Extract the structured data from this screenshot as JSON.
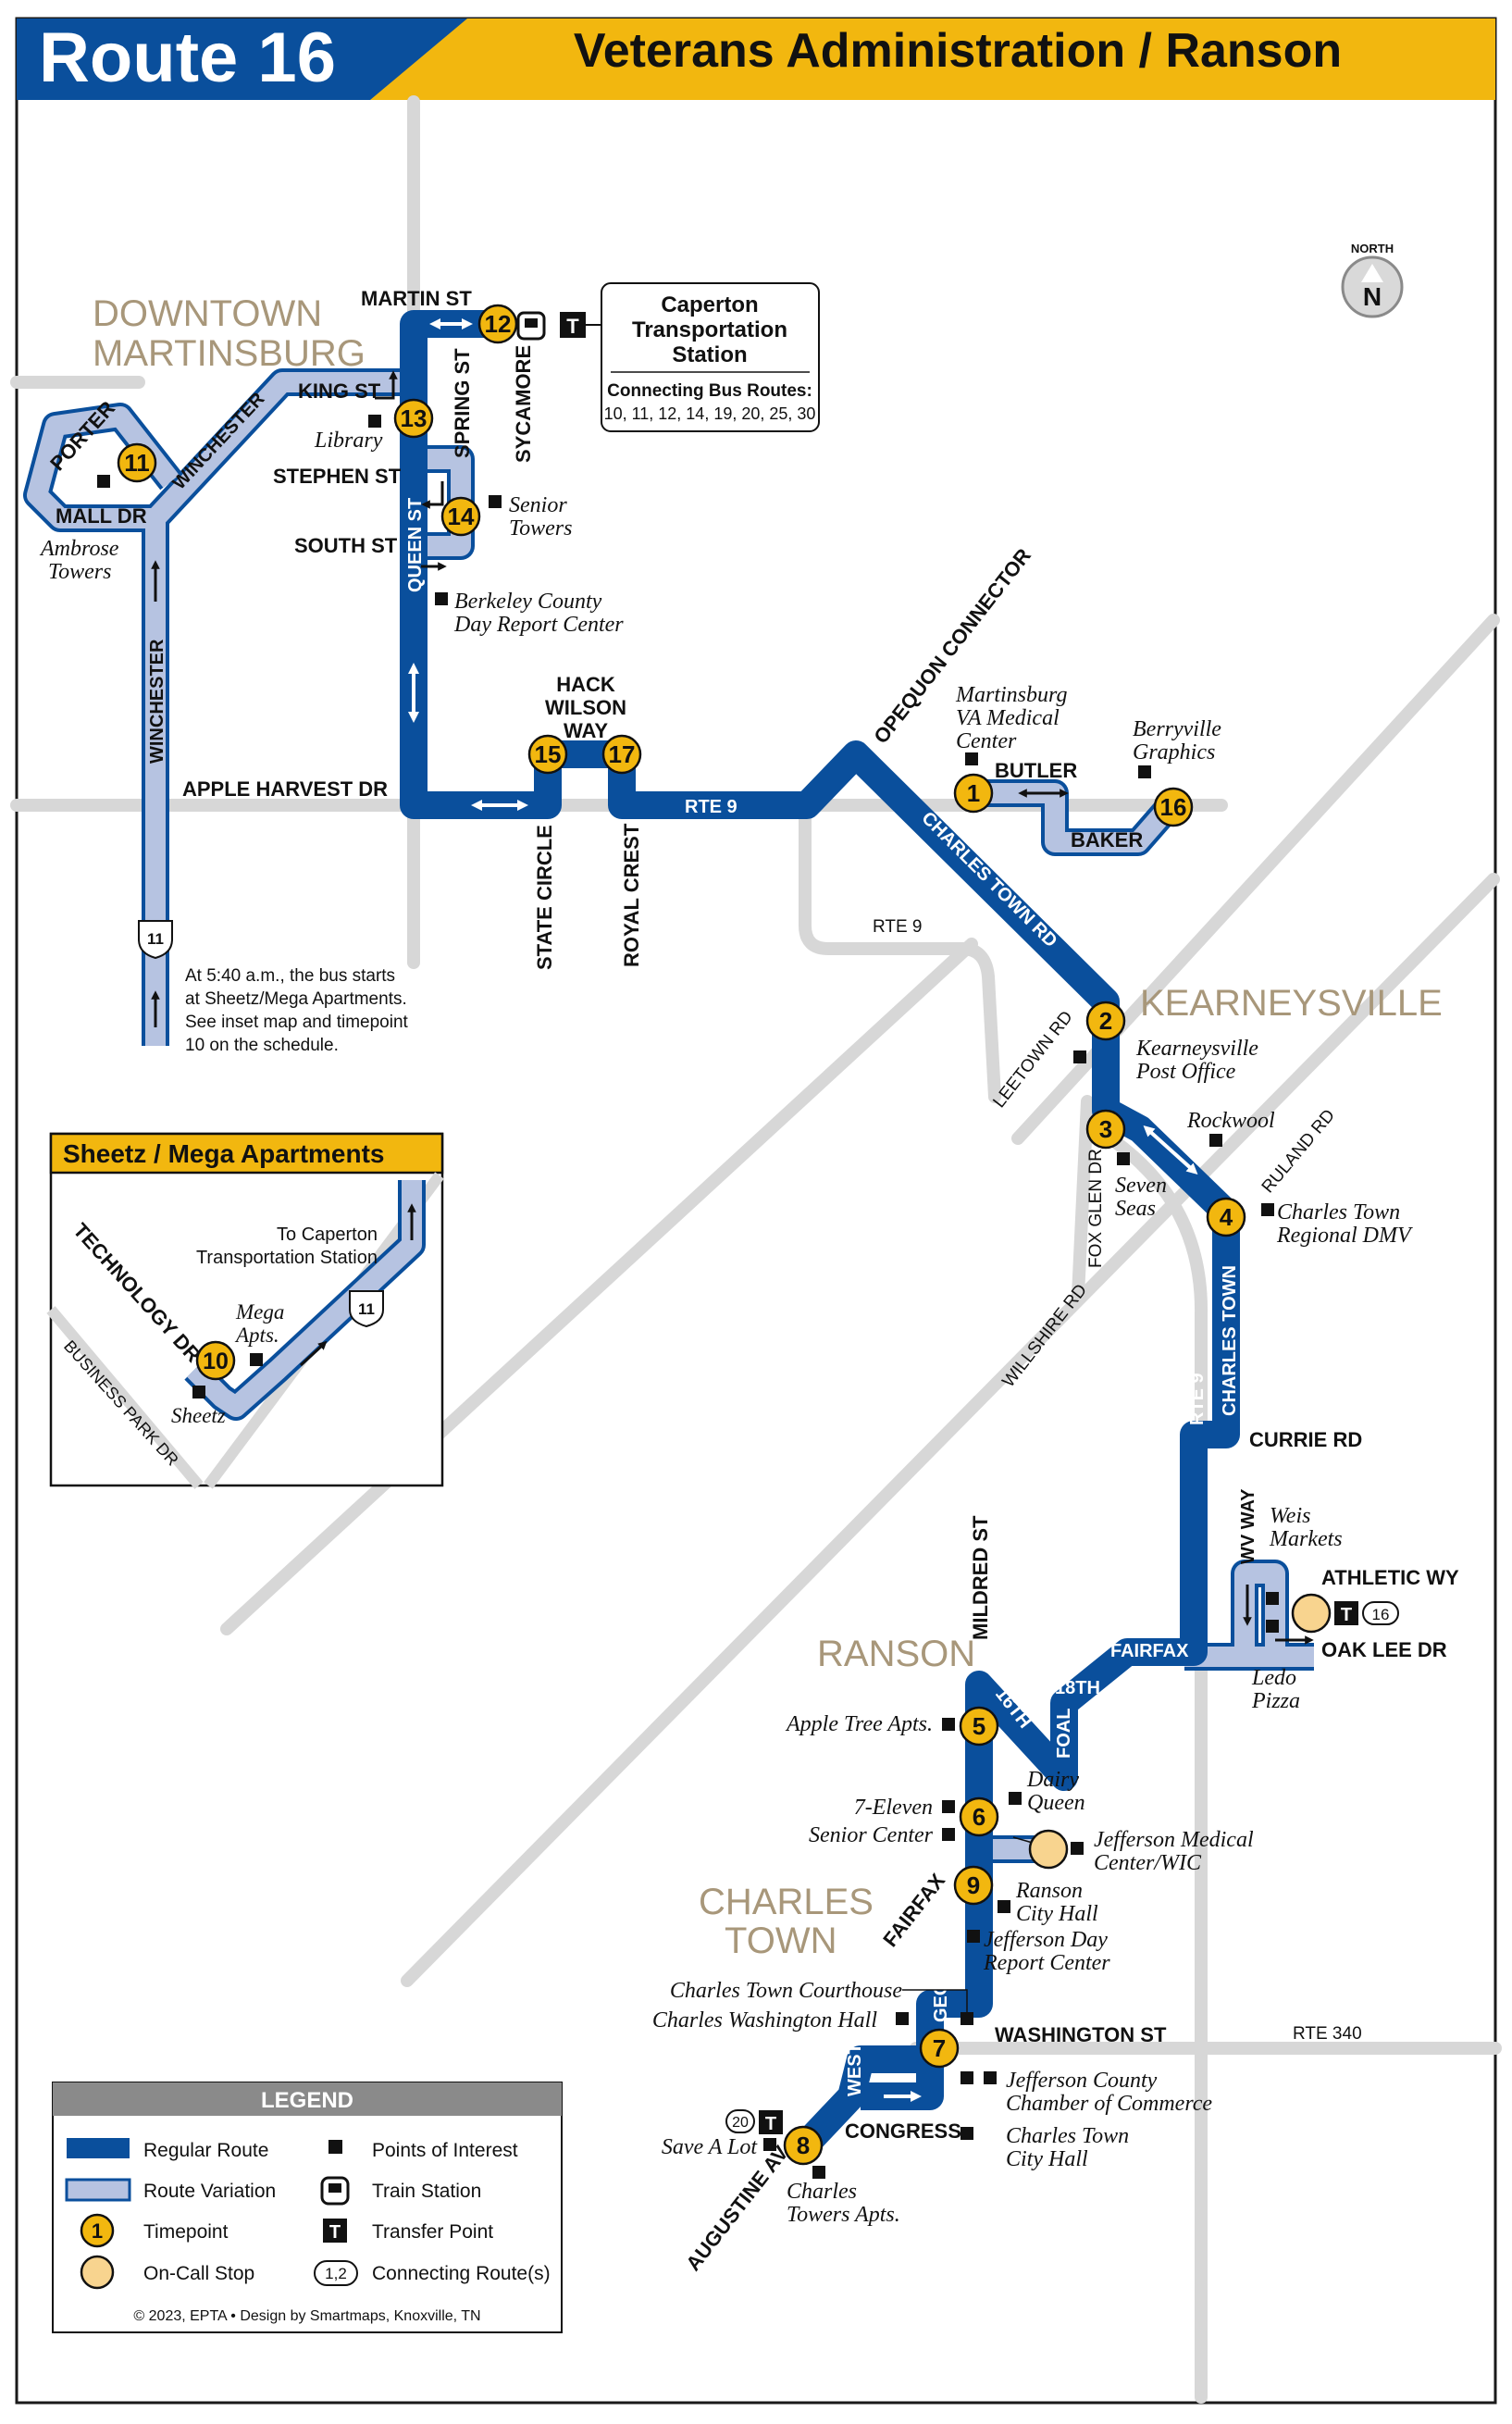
{
  "header": {
    "route_label": "Route 16",
    "route_name": "Veterans Administration / Ranson",
    "colors": {
      "navy": "#0a4f9c",
      "gold": "#f2b70f",
      "light_route": "#b6c3e1",
      "road": "#d9d9d9"
    }
  },
  "compass": {
    "label": "NORTH",
    "letter": "N"
  },
  "places": {
    "downtown_1": "DOWNTOWN",
    "downtown_2": "MARTINSBURG",
    "kearneysville": "KEARNEYSVILLE",
    "ranson": "RANSON",
    "charles_town_1": "CHARLES",
    "charles_town_2": "TOWN"
  },
  "streets": {
    "martin_st": "MARTIN ST",
    "king_st": "KING ST",
    "stephen_st": "STEPHEN ST",
    "south_st": "SOUTH ST",
    "queen_st": "QUEEN ST",
    "spring_st": "SPRING ST",
    "sycamore": "SYCAMORE",
    "winchester_diag": "WINCHESTER",
    "winchester_vert": "WINCHESTER",
    "porter": "PORTER",
    "mall_dr": "MALL DR",
    "apple_harvest": "APPLE HARVEST DR",
    "hack_1": "HACK",
    "hack_2": "WILSON",
    "hack_3": "WAY",
    "rte9_a": "RTE 9",
    "rte9_b": "RTE 9",
    "rte9_c": "RTE 9",
    "state_circle": "STATE CIRCLE",
    "royal_crest": "ROYAL CREST",
    "opequon": "OPEQUON CONNECTOR",
    "charles_town_rd": "CHARLES TOWN RD",
    "butler": "BUTLER",
    "baker": "BAKER",
    "leetown": "LEETOWN RD",
    "fox_glen": "FOX GLEN DR",
    "ruland": "RULAND RD",
    "willshire": "WILLSHIRE RD",
    "charles_town_vert": "CHARLES TOWN",
    "currie": "CURRIE RD",
    "wv_way": "WV WAY",
    "athletic": "ATHLETIC WY",
    "oak_lee": "OAK LEE DR",
    "fairfax_e": "FAIRFAX",
    "mildred": "MILDRED ST",
    "eighteenth": "18TH",
    "sixteenth": "16TH",
    "foal": "FOAL",
    "fairfax_w": "FAIRFAX",
    "george": "GEORGE",
    "washington": "WASHINGTON ST",
    "rte340": "RTE 340",
    "west": "WEST",
    "congress": "CONGRESS",
    "augustine": "AUGUSTINE AV",
    "us11": "11"
  },
  "timepoints": {
    "t1": "1",
    "t2": "2",
    "t3": "3",
    "t4": "4",
    "t5": "5",
    "t6": "6",
    "t7": "7",
    "t8": "8",
    "t9": "9",
    "t10": "10",
    "t11": "11",
    "t12": "12",
    "t13": "13",
    "t14": "14",
    "t15": "15",
    "t16": "16",
    "t17": "17"
  },
  "pois": {
    "library": "Library",
    "senior_1": "Senior",
    "senior_2": "Towers",
    "berkeley_1": "Berkeley County",
    "berkeley_2": "Day Report Center",
    "ambrose_1": "Ambrose",
    "ambrose_2": "Towers",
    "va_1": "Martinsburg",
    "va_2": "VA Medical",
    "va_3": "Center",
    "berryville_1": "Berryville",
    "berryville_2": "Graphics",
    "kpo_1": "Kearneysville",
    "kpo_2": "Post Office",
    "rockwool": "Rockwool",
    "seven_1": "Seven",
    "seven_2": "Seas",
    "dmv_1": "Charles Town",
    "dmv_2": "Regional DMV",
    "weis_1": "Weis",
    "weis_2": "Markets",
    "ledo_1": "Ledo",
    "ledo_2": "Pizza",
    "apple_tree": "Apple Tree Apts.",
    "dairy_1": "Dairy",
    "dairy_2": "Queen",
    "seven_eleven": "7-Eleven",
    "senior_center": "Senior Center",
    "jmc_1": "Jefferson Medical",
    "jmc_2": "Center/WIC",
    "ranson_1": "Ranson",
    "ranson_2": "City Hall",
    "jday_1": "Jefferson Day",
    "jday_2": "Report Center",
    "courthouse": "Charles Town Courthouse",
    "washington_hall": "Charles Washington Hall",
    "chamber_1": "Jefferson County",
    "chamber_2": "Chamber of Commerce",
    "ct_hall_1": "Charles Town",
    "ct_hall_2": "City Hall",
    "save_a_lot": "Save A Lot",
    "ct_towers_1": "Charles",
    "ct_towers_2": "Towers Apts."
  },
  "caperton": {
    "title_1": "Caperton",
    "title_2": "Transportation",
    "title_3": "Station",
    "routes_label": "Connecting Bus Routes:",
    "routes": "10, 11, 12, 14, 19, 20, 25, 30"
  },
  "start_note": {
    "line_1": "At 5:40 a.m., the bus starts",
    "line_2": "at Sheetz/Mega Apartments.",
    "line_3": "See inset map and timepoint",
    "line_4": "10 on the schedule."
  },
  "transfers": {
    "athletic_route": "16",
    "save_a_lot_route": "20",
    "transfer_letter": "T"
  },
  "inset": {
    "title": "Sheetz / Mega Apartments",
    "technology_dr": "TECHNOLOGY DR",
    "business_park_dr": "BUSINESS PARK DR",
    "to_1": "To Caperton",
    "to_2": "Transportation Station",
    "mega_1": "Mega",
    "mega_2": "Apts.",
    "sheetz": "Sheetz",
    "shield": "11",
    "timepoint": "10"
  },
  "legend": {
    "title": "LEGEND",
    "regular_route": "Regular Route",
    "route_variation": "Route Variation",
    "timepoint": "Timepoint",
    "timepoint_sample": "1",
    "on_call": "On-Call Stop",
    "poi": "Points of Interest",
    "train_station": "Train Station",
    "transfer_point": "Transfer Point",
    "transfer_letter": "T",
    "connecting": "Connecting Route(s)",
    "connecting_sample": "1,2",
    "credits": "© 2023, EPTA  •  Design by Smartmaps, Knoxville, TN"
  }
}
